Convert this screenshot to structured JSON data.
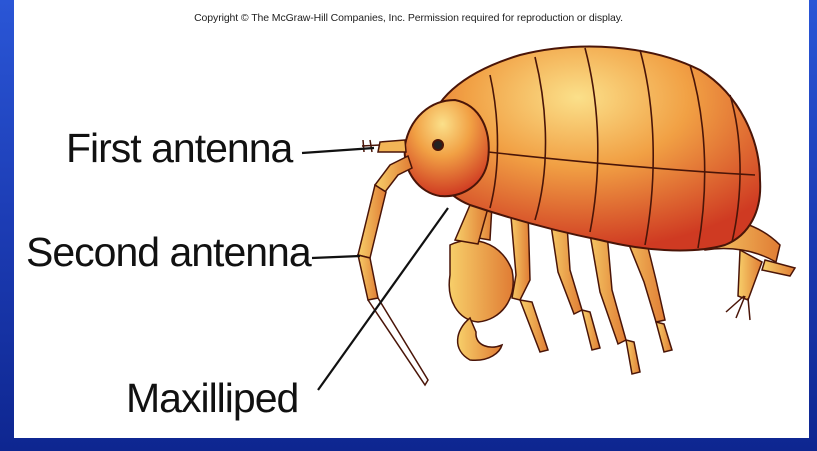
{
  "copyright": "Copyright © The McGraw-Hill Companies, Inc. Permission required for reproduction or display.",
  "labels": {
    "first_antenna": "First antenna",
    "second_antenna": "Second antenna",
    "maxilliped": "Maxilliped"
  },
  "colors": {
    "background": "#1c3cb4",
    "panel": "#ffffff",
    "body_light": "#f6c45a",
    "body_dark": "#d8402a",
    "outline": "#4a1508"
  }
}
